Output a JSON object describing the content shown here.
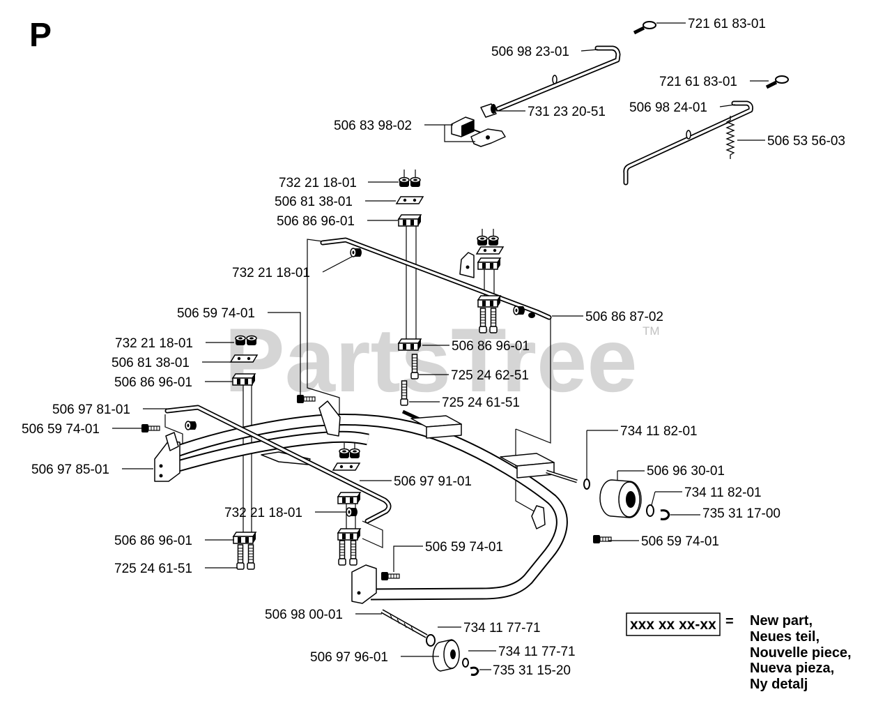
{
  "section_letter": "P",
  "watermark": {
    "text": "PartsTree",
    "trademark": "TM"
  },
  "callouts": [
    "721 61 83-01",
    "506 98 23-01",
    "721 61 83-01",
    "506 98 24-01",
    "731 23 20-51",
    "506 53 56-03",
    "506 83 98-02",
    "732 21 18-01",
    "506 81 38-01",
    "506 86 96-01",
    "732 21 18-01",
    "506 59 74-01",
    "506 86 87-02",
    "732 21 18-01",
    "506 86 96-01",
    "506 81 38-01",
    "725 24 62-51",
    "506 86 96-01",
    "725 24 61-51",
    "506 97 81-01",
    "506 59 74-01",
    "734 11 82-01",
    "506 97 85-01",
    "506 96 30-01",
    "506 97 91-01",
    "734 11 82-01",
    "732 21 18-01",
    "735 31 17-00",
    "506 86 96-01",
    "506 59 74-01",
    "506 59 74-01",
    "725 24 61-51",
    "506 98 00-01",
    "734 11 77-71",
    "734 11 77-71",
    "506 97 96-01",
    "735 31 15-20"
  ],
  "legend": {
    "sample_part_number": "xxx xx xx-xx",
    "equals": "=",
    "meaning": [
      "New part,",
      "Neues teil,",
      "Nouvelle piece,",
      "Nueva pieza,",
      "Ny detalj"
    ]
  },
  "colors": {
    "ink": "#000000",
    "watermark": "#c8c8c8",
    "background": "#ffffff"
  }
}
